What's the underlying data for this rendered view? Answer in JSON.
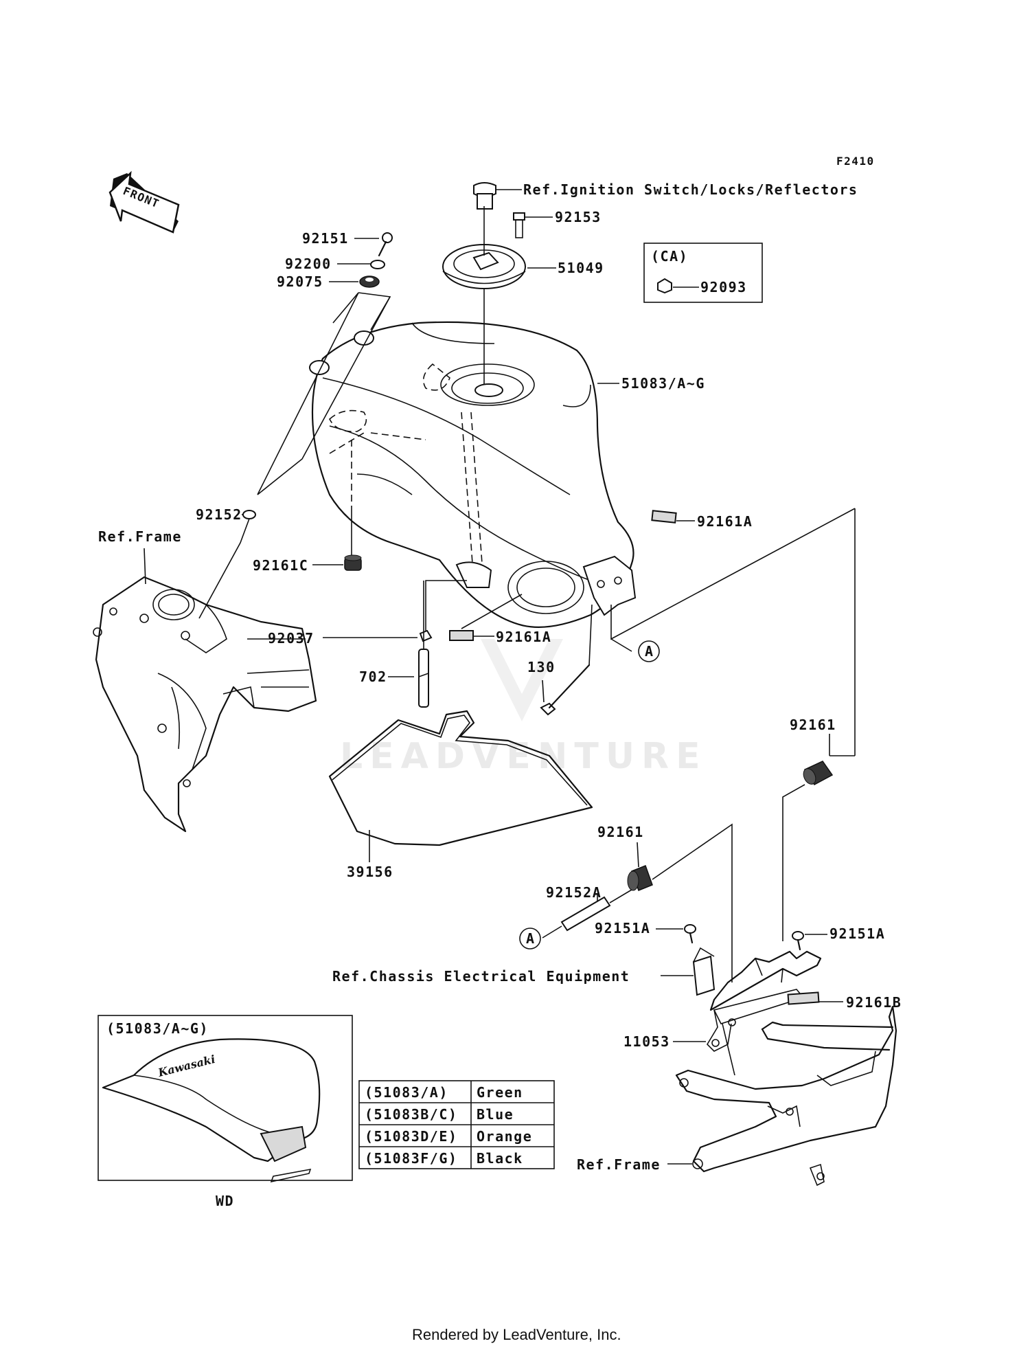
{
  "figure_code": "F2410",
  "direction_label": "FRONT",
  "watermark": "LEADVENTURE",
  "callouts": {
    "ref_ignition": "Ref.Ignition Switch/Locks/Reflectors",
    "p92153": "92153",
    "p51049": "51049",
    "ca_title": "(CA)",
    "p92093": "92093",
    "p92151": "92151",
    "p92200": "92200",
    "p92075": "92075",
    "p51083": "51083/A~G",
    "p92152": "92152",
    "ref_frame_left": "Ref.Frame",
    "p92161A_top": "92161A",
    "p92161C": "92161C",
    "p92037": "92037",
    "p92161A_mid": "92161A",
    "p130": "130",
    "circle_a1": "A",
    "p702": "702",
    "p92161_right": "92161",
    "p39156": "39156",
    "p92161_mid": "92161",
    "p92152A": "92152A",
    "circle_a2": "A",
    "p92151A_left": "92151A",
    "p92151A_right": "92151A",
    "ref_chassis": "Ref.Chassis Electrical Equipment",
    "p92161B": "92161B",
    "p11053": "11053",
    "ref_frame_right": "Ref.Frame"
  },
  "inset": {
    "title": "(51083/A~G)",
    "caption": "WD",
    "tank_brand": "Kawasaki"
  },
  "color_table": {
    "rows": [
      {
        "part": "(51083/A)",
        "color": "Green"
      },
      {
        "part": "(51083B/C)",
        "color": "Blue"
      },
      {
        "part": "(51083D/E)",
        "color": "Orange"
      },
      {
        "part": "(51083F/G)",
        "color": "Black"
      }
    ]
  },
  "footer": "Rendered by LeadVenture, Inc."
}
